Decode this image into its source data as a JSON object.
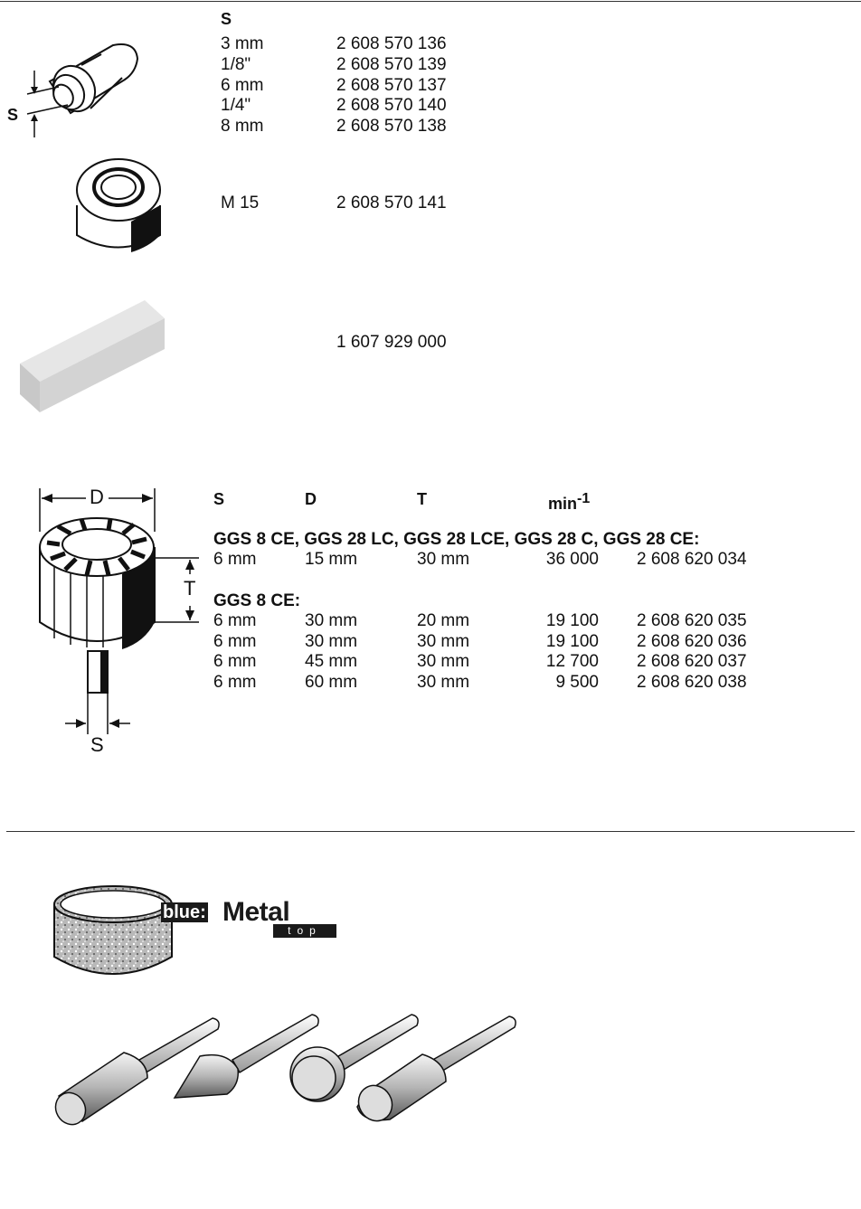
{
  "collets": {
    "header": "S",
    "rows": [
      {
        "size": "3 mm",
        "part": "2 608 570 136"
      },
      {
        "size": "1/8\"",
        "part": "2 608 570 139"
      },
      {
        "size": "6 mm",
        "part": "2 608 570 137"
      },
      {
        "size": "1/4\"",
        "part": "2 608 570 140"
      },
      {
        "size": "8 mm",
        "part": "2 608 570 138"
      }
    ],
    "fig_label": "S"
  },
  "nut": {
    "size": "M 15",
    "part": "2 608 570 141"
  },
  "block": {
    "part": "1 607 929 000"
  },
  "sleeve": {
    "headers": {
      "s": "S",
      "d": "D",
      "t": "T",
      "min": "min",
      "min_exp": "-1"
    },
    "fig_labels": {
      "d": "D",
      "t": "T",
      "s": "S"
    },
    "group1": {
      "title": "GGS 8 CE, GGS 28 LC, GGS 28 LCE, GGS 28 C, GGS 28 CE:",
      "rows": [
        {
          "s": "6 mm",
          "d": "15 mm",
          "t": "30 mm",
          "rpm": "36 000",
          "part": "2 608 620 034"
        }
      ]
    },
    "group2": {
      "title": "GGS 8 CE:",
      "rows": [
        {
          "s": "6 mm",
          "d": "30 mm",
          "t": "20 mm",
          "rpm": "19 100",
          "part": "2 608 620 035"
        },
        {
          "s": "6 mm",
          "d": "30 mm",
          "t": "30 mm",
          "rpm": "19 100",
          "part": "2 608 620 036"
        },
        {
          "s": "6 mm",
          "d": "45 mm",
          "t": "30 mm",
          "rpm": "12 700",
          "part": "2 608 620 037"
        },
        {
          "s": "6 mm",
          "d": "60 mm",
          "t": "30 mm",
          "rpm": "9 500",
          "part": "2 608 620 038"
        }
      ]
    }
  },
  "logo": {
    "blue": "blue:",
    "metal": "Metal",
    "top": "top"
  }
}
